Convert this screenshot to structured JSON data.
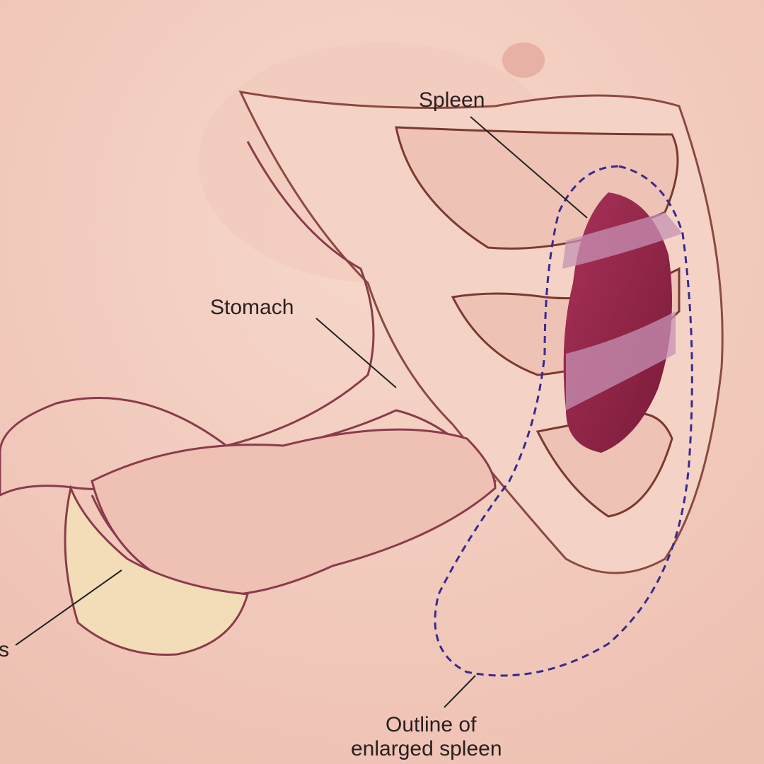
{
  "labels": {
    "spleen": "Spleen",
    "stomach": "Stomach",
    "pancreas_partial": "s",
    "outline_line1": "Outline of",
    "outline_line2": "enlarged spleen"
  },
  "colors": {
    "skin": "#f2cdbf",
    "organ_outline": "#8a3c4a",
    "spleen": "#8e2444",
    "dashed_outline": "#3b2a8c",
    "pancreas": "#f3dcb8"
  }
}
